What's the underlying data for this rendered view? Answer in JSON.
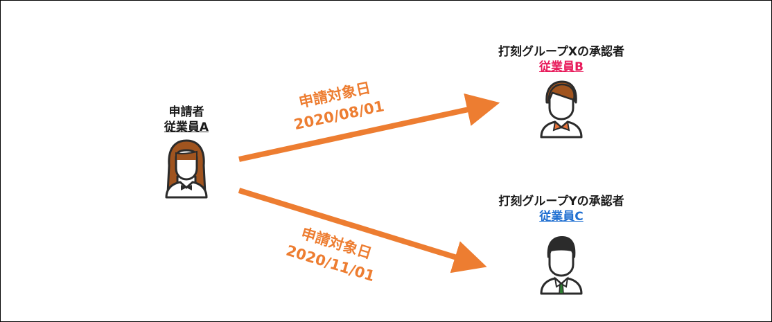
{
  "applicant": {
    "role": "申請者",
    "name": "従業員A"
  },
  "approver_x": {
    "role": "打刻グループXの承認者",
    "name": "従業員B"
  },
  "approver_y": {
    "role": "打刻グループYの承認者",
    "name": "従業員C"
  },
  "arrow_top": {
    "label": "申請対象日",
    "date": "2020/08/01"
  },
  "arrow_bottom": {
    "label": "申請対象日",
    "date": "2020/11/01"
  },
  "colors": {
    "arrow": "#ed7d31",
    "name_b": "#e8195a",
    "name_c": "#1f6fd1",
    "name_a": "#1a1a1a",
    "outline": "#2b2b2b",
    "hair_brown": "#a0541f",
    "collar_orange": "#e8733a",
    "skin": "#ffffff",
    "tie_green": "#2e7d32"
  }
}
